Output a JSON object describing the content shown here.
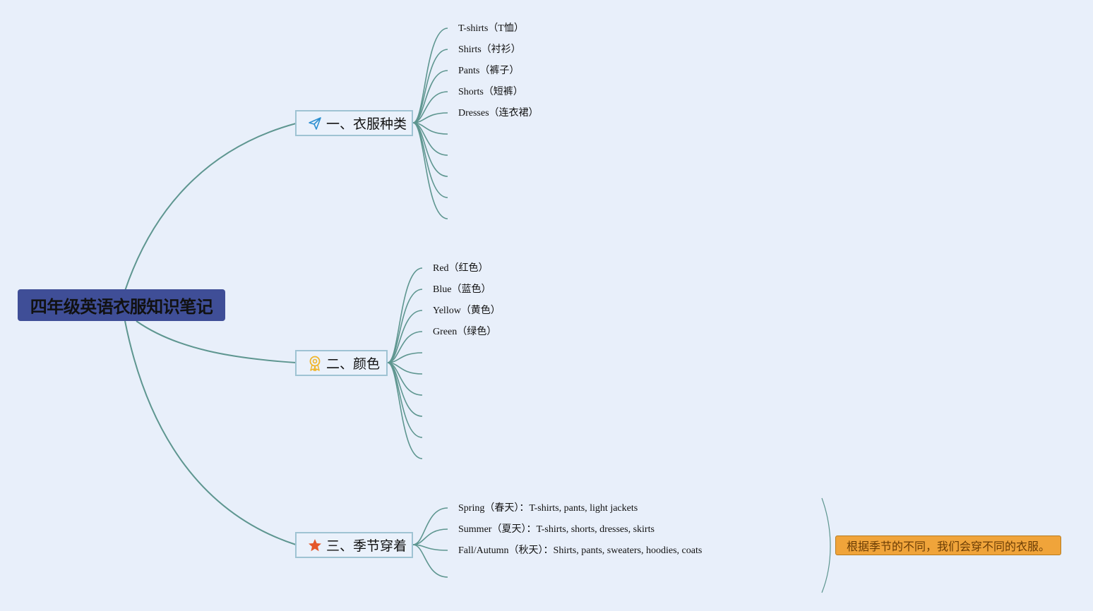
{
  "root": {
    "title": "四年级英语衣服知识笔记"
  },
  "topics": [
    {
      "label": "一、衣服种类",
      "icon": "paper-plane-icon",
      "items": [
        "T-shirts（T恤）",
        "Shirts（衬衫）",
        "Pants（裤子）",
        "Shorts（短裤）",
        "Dresses（连衣裙）",
        "",
        "",
        "",
        "",
        ""
      ]
    },
    {
      "label": "二、颜色",
      "icon": "award-ribbon-icon",
      "items": [
        "Red（红色）",
        "Blue（蓝色）",
        "Yellow（黄色）",
        "Green（绿色）",
        "",
        "",
        "",
        "",
        "",
        ""
      ]
    },
    {
      "label": "三、季节穿着",
      "icon": "star-icon",
      "items": [
        "Spring（春天）：T-shirts, pants, light jackets",
        "Summer（夏天）：T-shirts, shorts, dresses, skirts",
        "Fall/Autumn（秋天）：Shirts, pants, sweaters, hoodies, coats",
        ""
      ]
    }
  ],
  "summary_note": "根据季节的不同，我们会穿不同的衣服。",
  "colors": {
    "background": "#e8effa",
    "connector": "#5e9690",
    "root_fill": "#3f4e97",
    "topic_border": "#9fc3d3",
    "note_fill": "#f0a43a"
  }
}
